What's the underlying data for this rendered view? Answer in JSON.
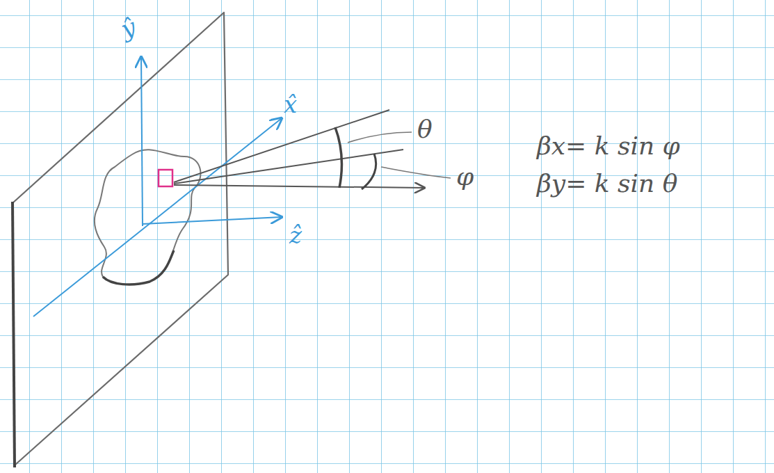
{
  "diagram": {
    "labels": [
      "ŷ",
      "x̂",
      "ẑ",
      "θ",
      "φ",
      "βx= k sin φ",
      "βy= k sin θ"
    ]
  }
}
